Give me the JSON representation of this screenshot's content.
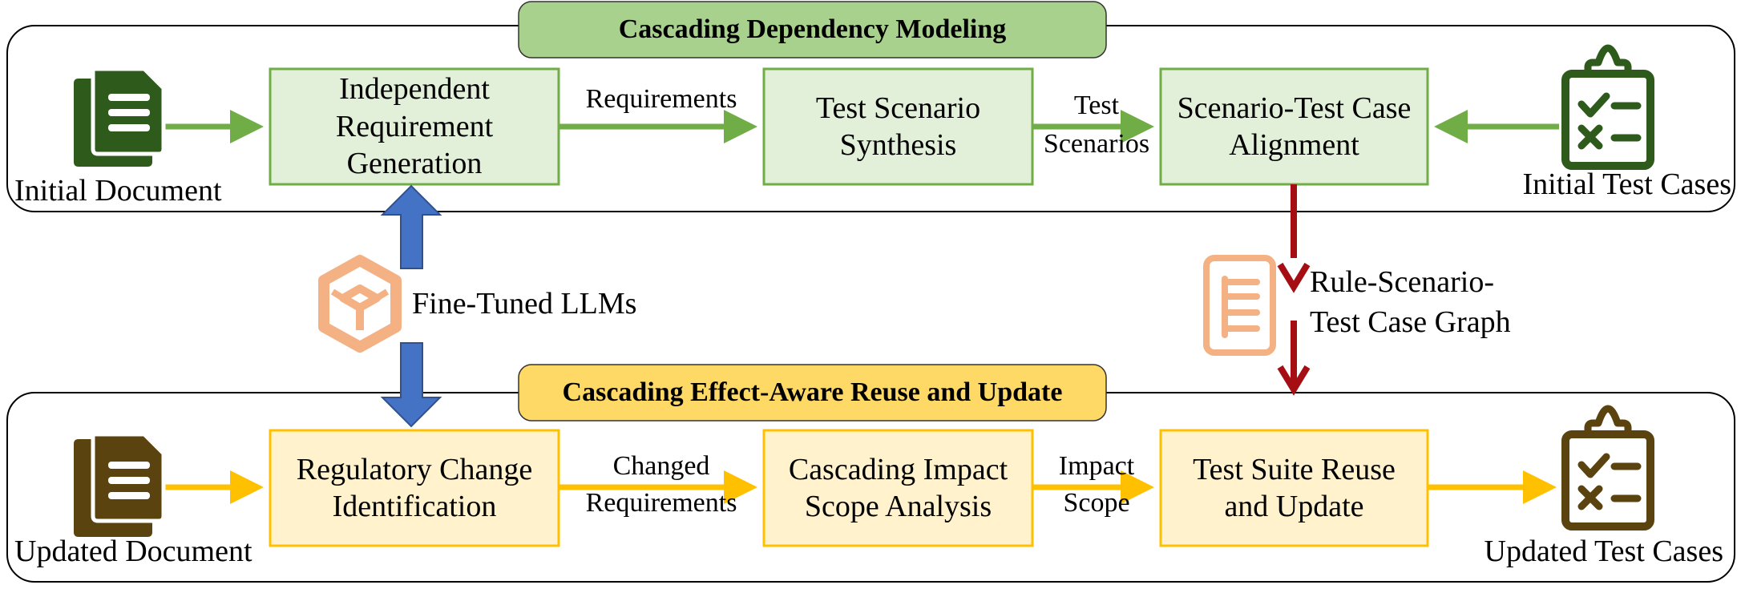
{
  "colors": {
    "green_accent": "#70ad47",
    "green_fill": "#e2efd9",
    "green_banner": "#a9d18e",
    "yellow_accent": "#ffc000",
    "yellow_fill": "#fff2cc",
    "yellow_banner": "#ffd966",
    "blue_arrow": "#4472c4",
    "red_arrow": "#a50f14",
    "dark_green_icon": "#2e5a1c",
    "brown_icon": "#5a430f",
    "peach_icon": "#f4b183"
  },
  "top_section": {
    "banner": "Cascading Dependency Modeling",
    "input_label": "Initial Document",
    "input_icon": "document-icon",
    "boxes": [
      {
        "label": "Independent Requirement Generation"
      },
      {
        "label": "Test Scenario Synthesis"
      },
      {
        "label": "Scenario-Test Case Alignment"
      }
    ],
    "arrow_labels": {
      "a": "Requirements",
      "b_line1": "Test",
      "b_line2": "Scenarios"
    },
    "output_label": "Initial Test Cases",
    "output_icon": "clipboard-checklist-icon"
  },
  "middle": {
    "llm_label": "Fine-Tuned LLMs",
    "llm_icon": "cube-icon",
    "graph_label_line1": "Rule-Scenario-",
    "graph_label_line2": "Test Case Graph",
    "graph_icon": "list-document-icon"
  },
  "bottom_section": {
    "banner": "Cascading Effect-Aware Reuse and Update",
    "input_label": "Updated Document",
    "input_icon": "document-icon",
    "boxes": [
      {
        "label": "Regulatory Change Identification"
      },
      {
        "label": "Cascading Impact Scope Analysis"
      },
      {
        "label": "Test Suite Reuse and Update"
      }
    ],
    "arrow_labels": {
      "a_line1": "Changed",
      "a_line2": "Requirements",
      "b_line1": "Impact",
      "b_line2": "Scope"
    },
    "output_label": "Updated Test Cases",
    "output_icon": "clipboard-checklist-icon"
  }
}
